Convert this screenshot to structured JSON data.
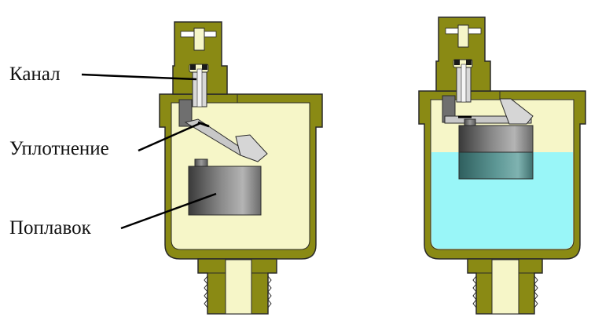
{
  "labels": {
    "channel": "Канал",
    "seal": "Уплотнение",
    "float": "Поплавок"
  },
  "colors": {
    "brass_body": "#8a8a14",
    "brass_light": "#f6f6c8",
    "water": "#99f6f8",
    "float_dark": "#4a4a4a",
    "float_light": "#a8a8a8",
    "float_submerged": "#3f7a78",
    "metal": "#d8d8d8",
    "outline": "#2a2a2a"
  },
  "panels": [
    {
      "state": "empty",
      "water_level": 0
    },
    {
      "state": "filled",
      "water_level": 0.7
    }
  ]
}
